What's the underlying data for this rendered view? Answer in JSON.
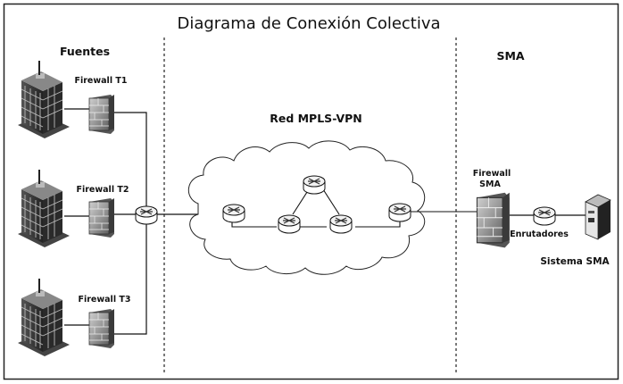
{
  "title": "Diagrama de Conexión Colectiva",
  "sections": {
    "sources": "Fuentes",
    "network": "Red MPLS-VPN",
    "sma": "SMA"
  },
  "sources": [
    {
      "building_icon": "building-icon",
      "firewall_label": "Firewall T1"
    },
    {
      "building_icon": "building-icon",
      "firewall_label": "Firewall T2"
    },
    {
      "building_icon": "building-icon",
      "firewall_label": "Firewall T3"
    }
  ],
  "sma_side": {
    "firewall_label_line1": "Firewall",
    "firewall_label_line2": "SMA",
    "router_label": "Enrutadores",
    "system_label": "Sistema SMA"
  },
  "icons": {
    "building": "building-icon",
    "firewall": "firewall-icon",
    "router": "router-icon",
    "cloud": "cloud-icon",
    "server": "server-icon"
  }
}
